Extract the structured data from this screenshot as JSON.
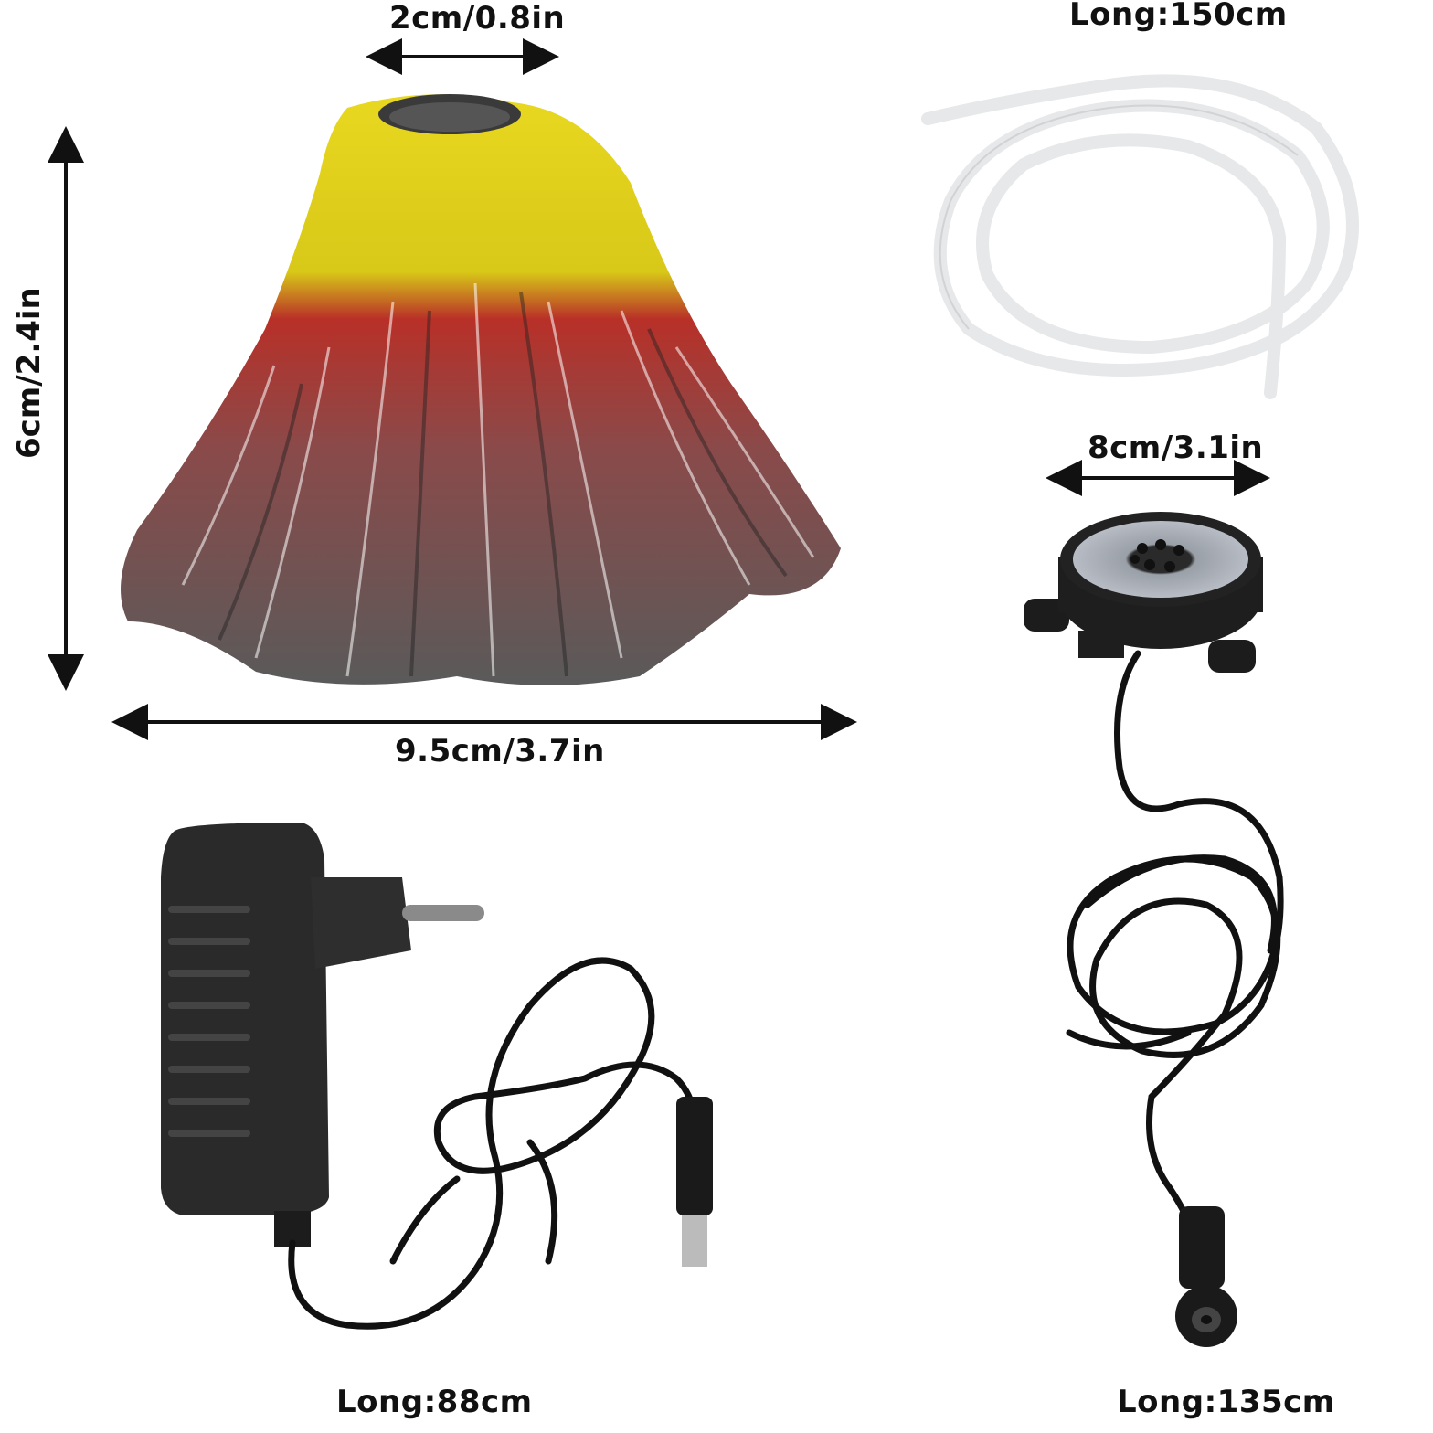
{
  "labels": {
    "volcano_top_width": "2cm/0.8in",
    "volcano_height": "6cm/2.4in",
    "volcano_base_width": "9.5cm/3.7in",
    "tube_length": "Long:150cm",
    "stone_diameter": "8cm/3.1in",
    "adapter_cable_length": "Long:88cm",
    "stone_cable_length": "Long:135cm"
  },
  "colors": {
    "background": "#ffffff",
    "arrow": "#111111",
    "volcano_yellow": "#e8d820",
    "volcano_red": "#c8202a",
    "volcano_gray": "#6a6a6a",
    "adapter": "#2a2a2a",
    "tube": "#eeeeee"
  }
}
